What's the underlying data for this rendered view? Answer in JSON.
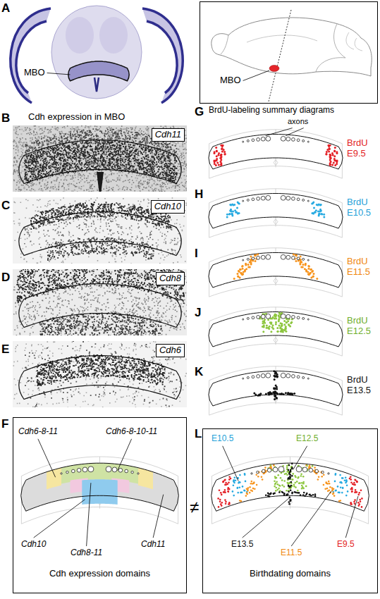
{
  "diagram": {
    "nodes": [
      {
        "text": [
          "MBO"
        ]
      },
      {
        "text": [
          "Cdh11"
        ]
      },
      {
        "text": [
          "Cdh10"
        ]
      },
      {
        "text": [
          "Cdh8"
        ]
      },
      {
        "text": [
          "Cdh6"
        ]
      },
      {
        "text": [
          "Cdh expression domains"
        ]
      },
      {
        "text": [
          "Birthdating domains"
        ]
      }
    ],
    "labels": [
      "A",
      "MBO",
      "B",
      "Cdh expression in MBO",
      "C",
      "D",
      "E",
      "F",
      "Cdh6-8-11",
      "Cdh6-8-10-11",
      "Cdh10",
      "Cdh8-11",
      "Cdh11",
      "≠",
      "G",
      "BrdU-labeling summary diagrams",
      "axons",
      "BrdU E9.5",
      "H",
      "BrdU E10.5",
      "I",
      "BrdU E11.5",
      "J",
      "BrdU E12.5",
      "K",
      "BrdU E13.5",
      "L",
      "E10.5",
      "E12.5",
      "E13.5",
      "E11.5",
      "E9.5"
    ]
  }
}
